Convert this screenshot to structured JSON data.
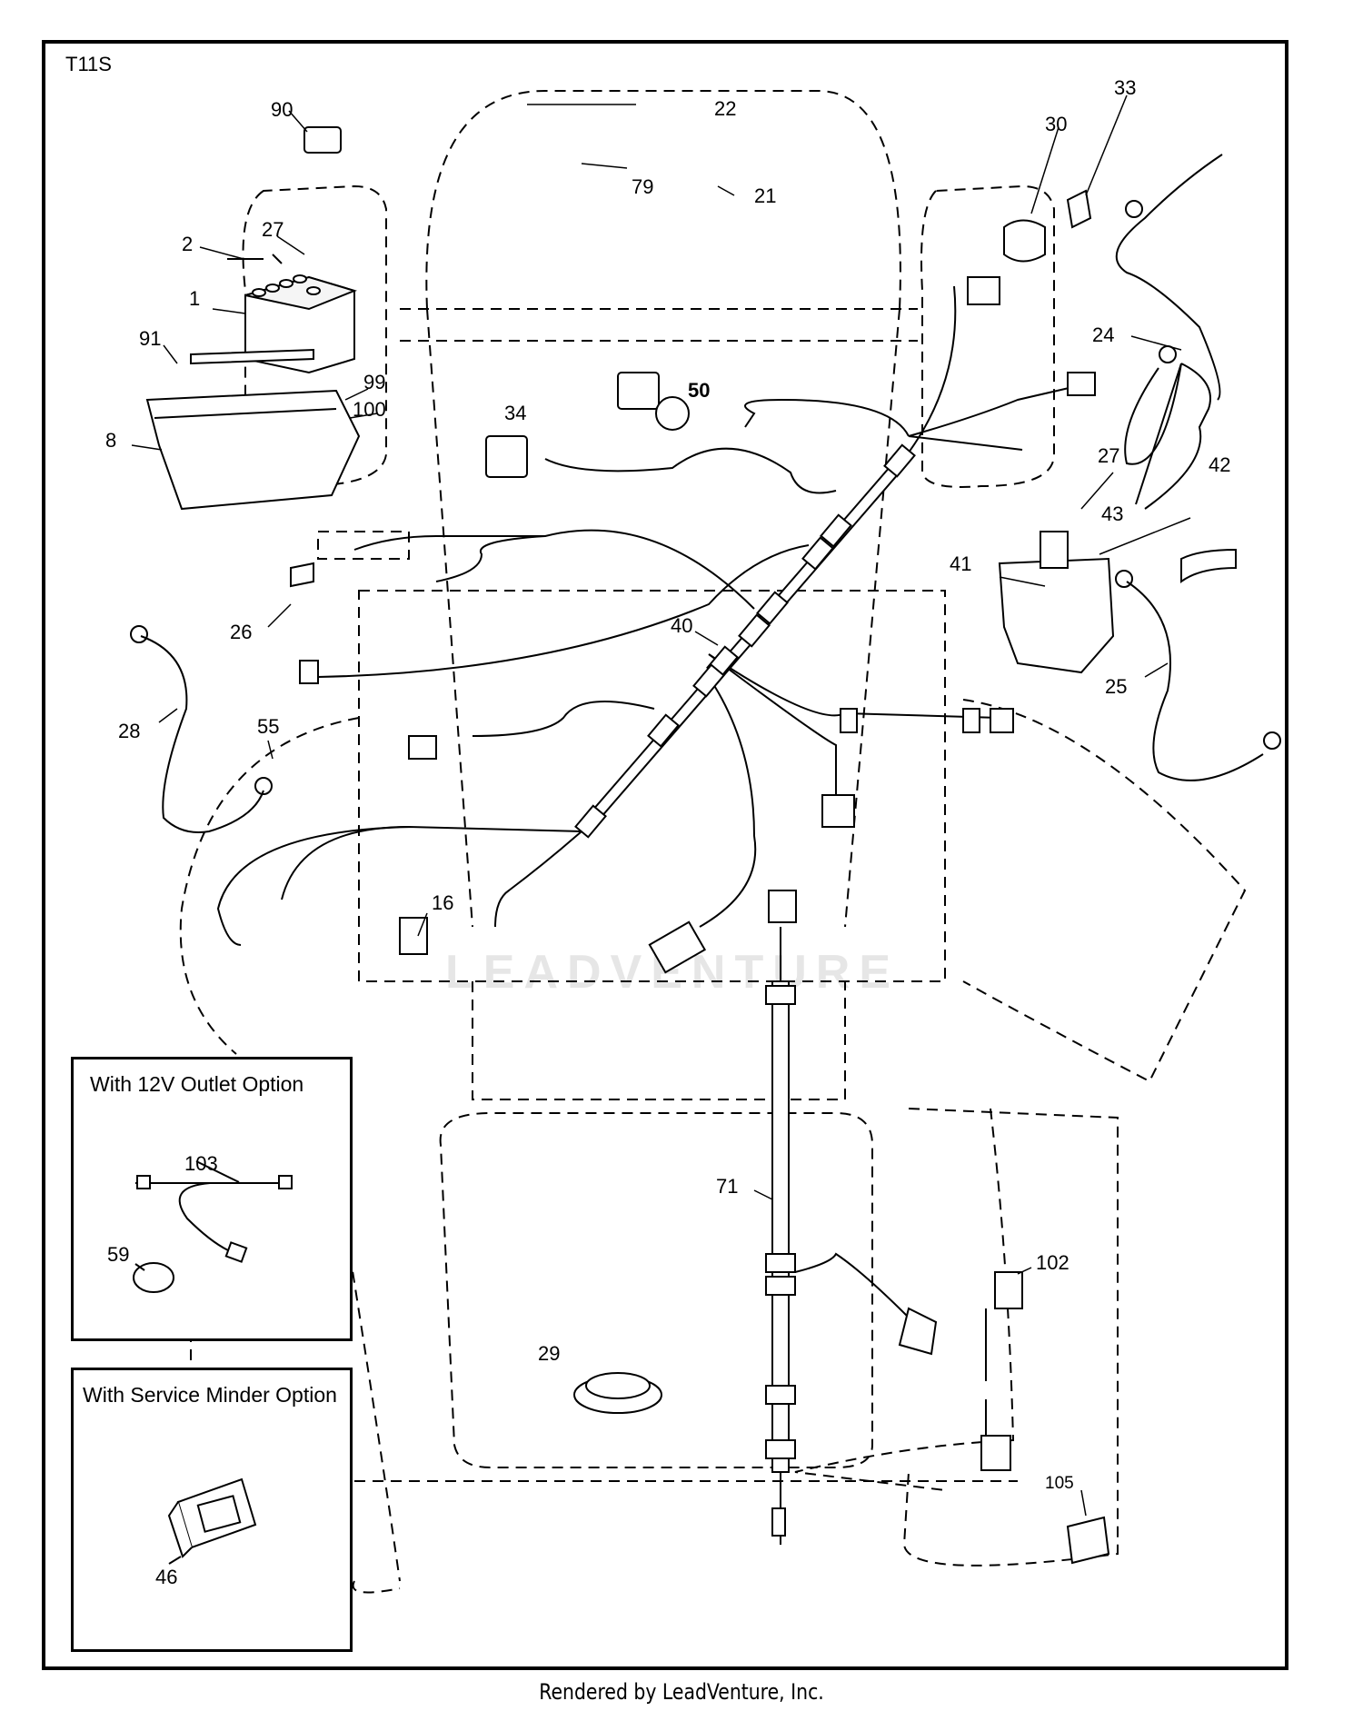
{
  "diagram_code": "T11S",
  "footer": "Rendered by LeadVenture, Inc.",
  "watermark": "LEADVENTURE",
  "insets": {
    "outlet_option": "With 12V Outlet Option",
    "service_minder_option": "With Service Minder Option"
  },
  "parts": {
    "p1": "1",
    "p2": "2",
    "p8": "8",
    "p16": "16",
    "p21": "21",
    "p22": "22",
    "p24": "24",
    "p25": "25",
    "p26": "26",
    "p27a": "27",
    "p27b": "27",
    "p28": "28",
    "p29": "29",
    "p30": "30",
    "p33": "33",
    "p34": "34",
    "p40": "40",
    "p41": "41",
    "p42": "42",
    "p43": "43",
    "p46": "46",
    "p50": "50",
    "p55": "55",
    "p59": "59",
    "p71": "71",
    "p79": "79",
    "p90": "90",
    "p91": "91",
    "p99": "99",
    "p100": "100",
    "p102": "102",
    "p103": "103",
    "p105": "105"
  }
}
